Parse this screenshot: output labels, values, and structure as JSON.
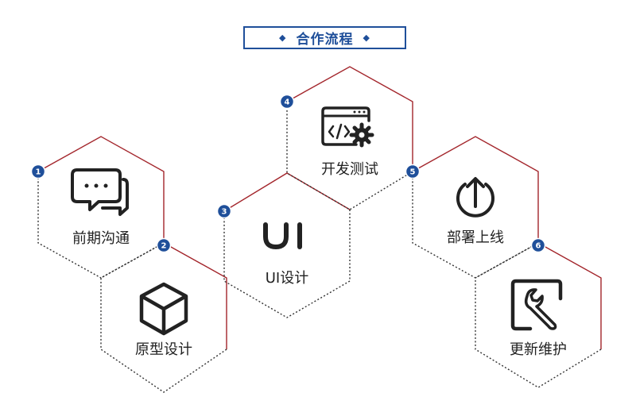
{
  "title": "合作流程",
  "colors": {
    "accent": "#1f4f9a",
    "line": "#a3252b",
    "dotted": "#333333",
    "icon": "#222222"
  },
  "steps": [
    {
      "number": "1",
      "label": "前期沟通",
      "icon": "chat-bubbles-icon"
    },
    {
      "number": "2",
      "label": "原型设计",
      "icon": "cube-icon"
    },
    {
      "number": "3",
      "label": "UI设计",
      "icon": "ui-letters-icon"
    },
    {
      "number": "4",
      "label": "开发测试",
      "icon": "code-window-gear-icon"
    },
    {
      "number": "5",
      "label": "部署上线",
      "icon": "upload-circle-icon"
    },
    {
      "number": "6",
      "label": "更新维护",
      "icon": "wrench-icon"
    }
  ]
}
